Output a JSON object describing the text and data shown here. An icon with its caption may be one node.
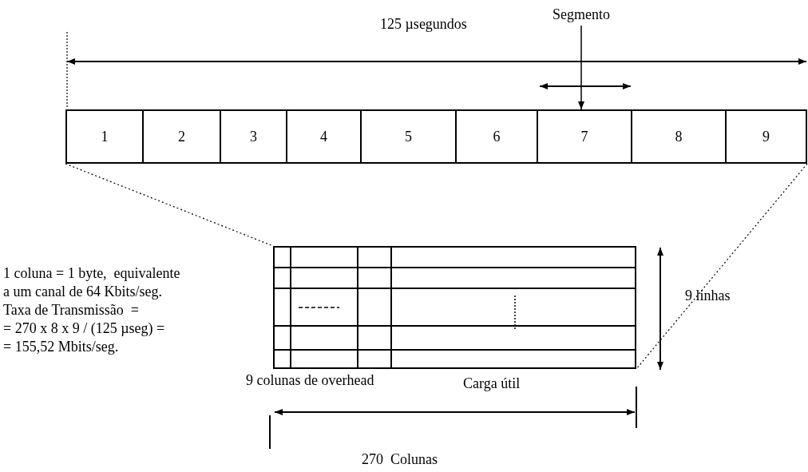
{
  "diagram": {
    "nodes": [
      {
        "text": [
          "Segmento"
        ]
      },
      {
        "text": [
          "1"
        ]
      },
      {
        "text": [
          "2"
        ]
      },
      {
        "text": [
          "3"
        ]
      },
      {
        "text": [
          "4"
        ]
      },
      {
        "text": [
          "5"
        ]
      },
      {
        "text": [
          "6"
        ]
      },
      {
        "text": [
          "7"
        ]
      },
      {
        "text": [
          "8"
        ]
      },
      {
        "text": [
          "9"
        ]
      },
      {
        "text": [],
        "shape": "box"
      }
    ],
    "edges": [
      {
        "from": 0,
        "to": 7,
        "arrow": "to"
      },
      {
        "from": 1,
        "to": 10,
        "arrow": "none",
        "style": "dashed"
      },
      {
        "from": 9,
        "to": 10,
        "arrow": "none",
        "style": "dashed"
      }
    ],
    "labels": [
      "125 µsegundos",
      "1 coluna = 1 byte,  equivalente",
      "a um canal de 64 Kbits/seg.",
      "Taxa de Transmissão  =",
      "= 270 x 8 x 9 / (125 µseg) =",
      "= 155,52 Mbits/seg.",
      "9 linhas",
      "9 colunas de overhead",
      "Carga útil",
      "270  Colunas"
    ]
  }
}
